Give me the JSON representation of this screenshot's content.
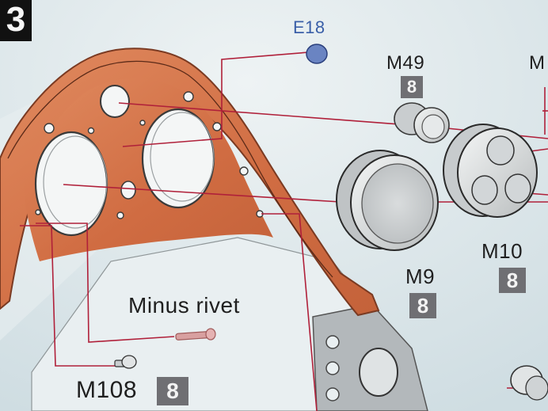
{
  "step": {
    "number": "3"
  },
  "parts": {
    "e18": {
      "code": "E18",
      "color": "#3a5fa8"
    },
    "m49": {
      "code": "M49",
      "qty": "8"
    },
    "m_cut": {
      "code": "M"
    },
    "m10": {
      "code": "M10",
      "qty": "8"
    },
    "m9": {
      "code": "M9",
      "qty": "8"
    },
    "m108": {
      "code": "M108",
      "qty": "8"
    }
  },
  "annotations": {
    "minus_rivet": "Minus rivet"
  },
  "colors": {
    "panel": "#d5744a",
    "panel_edge": "#7a3a22",
    "leader": "#b0203a",
    "background": "#dfe9ec",
    "badge": "#6f6f73"
  }
}
